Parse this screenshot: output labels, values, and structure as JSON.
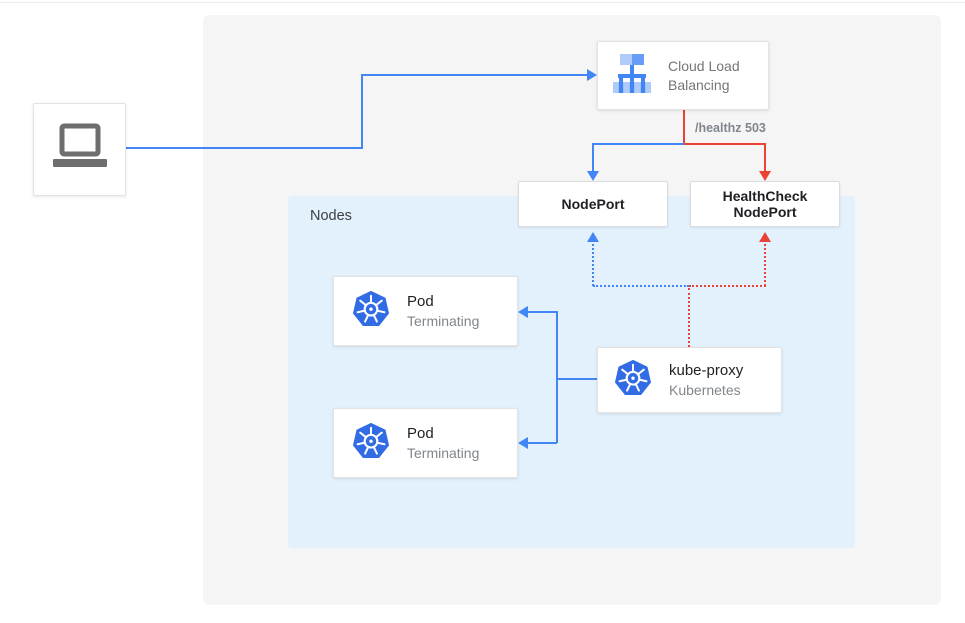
{
  "diagram": {
    "client": {
      "icon": "laptop-icon"
    },
    "cloud_load_balancing": {
      "label": "Cloud Load Balancing",
      "icon": "cloud-load-balancing-icon"
    },
    "healthz_badge": "/healthz 503",
    "nodeport": {
      "label": "NodePort"
    },
    "healthcheck_nodeport": {
      "line1": "HealthCheck",
      "line2": "NodePort"
    },
    "nodes_group": {
      "label": "Nodes"
    },
    "pods": [
      {
        "name": "Pod",
        "status": "Terminating",
        "icon": "kubernetes-icon"
      },
      {
        "name": "Pod",
        "status": "Terminating",
        "icon": "kubernetes-icon"
      }
    ],
    "kube_proxy": {
      "name": "kube-proxy",
      "subtitle": "Kubernetes",
      "icon": "kubernetes-icon"
    },
    "colors": {
      "traffic_blue": "#4285f4",
      "error_red": "#ea4335",
      "kubernetes_blue": "#326ce5",
      "background_panel_gray": "#f5f5f6",
      "nodes_panel_blue": "#e3f1fc",
      "muted_text_gray": "#80868b",
      "dark_text": "#202124"
    }
  }
}
